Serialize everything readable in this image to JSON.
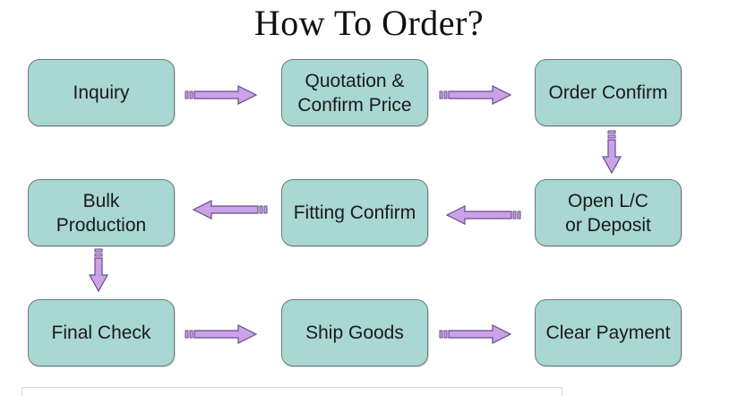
{
  "title": "How To Order?",
  "colors": {
    "box_fill": "#a9d7d3",
    "box_border": "#6d7b7a",
    "arrow_fill": "#c9a3e8",
    "arrow_stroke": "#6a4a8a"
  },
  "steps": [
    {
      "line1": "Inquiry",
      "line2": ""
    },
    {
      "line1": "Quotation &",
      "line2": "Confirm Price"
    },
    {
      "line1": "Order Confirm",
      "line2": ""
    },
    {
      "line1": "Open L/C",
      "line2": "or Deposit"
    },
    {
      "line1": "Fitting Confirm",
      "line2": ""
    },
    {
      "line1": "Bulk",
      "line2": "Production"
    },
    {
      "line1": "Final Check",
      "line2": ""
    },
    {
      "line1": "Ship Goods",
      "line2": ""
    },
    {
      "line1": "Clear Payment",
      "line2": ""
    }
  ],
  "arrow_icons": [
    "arrow-right-icon",
    "arrow-down-icon",
    "arrow-left-icon"
  ]
}
